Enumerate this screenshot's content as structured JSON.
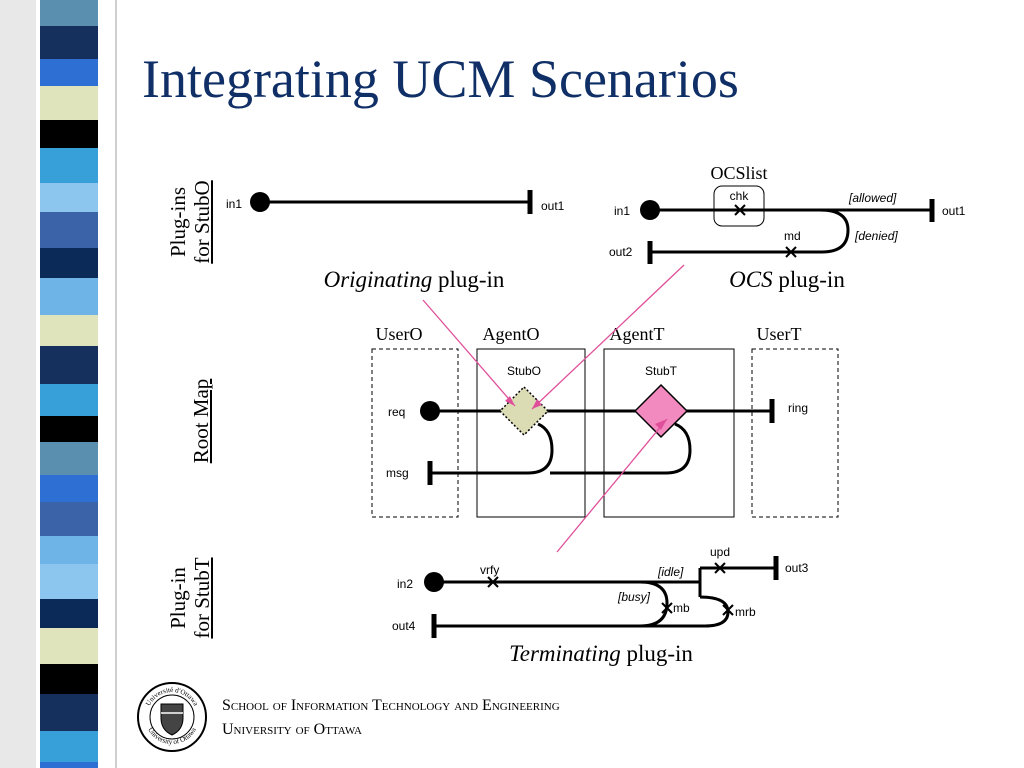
{
  "slide": {
    "title": "Integrating UCM Scenarios"
  },
  "side_labels": {
    "plugins_stubo_line1": "Plug-ins",
    "plugins_stubo_line2": "for StubO",
    "root_map": "Root Map",
    "plugin_stubt_line1": "Plug-in",
    "plugin_stubt_line2": "for StubT"
  },
  "originating": {
    "in1": "in1",
    "out1": "out1",
    "caption_italic": "Originating",
    "caption_rest": " plug-in"
  },
  "ocs": {
    "stub_list": "OCSlist",
    "chk": "chk",
    "allowed": "[allowed]",
    "denied": "[denied]",
    "md": "md",
    "in1": "in1",
    "out1": "out1",
    "out2": "out2",
    "caption_italic": "OCS",
    "caption_rest": " plug-in"
  },
  "root": {
    "usero": "UserO",
    "agento": "AgentO",
    "agentt": "AgentT",
    "usert": "UserT",
    "stubo": "StubO",
    "stubt": "StubT",
    "req": "req",
    "msg": "msg",
    "ring": "ring"
  },
  "terminating": {
    "in2": "in2",
    "out4": "out4",
    "out3": "out3",
    "vrfy": "vrfy",
    "upd": "upd",
    "idle": "[idle]",
    "busy": "[busy]",
    "mb": "mb",
    "mrb": "mrb",
    "caption_italic": "Terminating",
    "caption_rest": " plug-in"
  },
  "footer": {
    "line1": "School of Information Technology and Engineering",
    "line2": "University of Ottawa",
    "seal_text_top": "Université d'Ottawa",
    "seal_text_bottom": "University of Ottawa"
  },
  "colors": {
    "title": "#0f2f66",
    "stub_o_fill": "#dcdcb4",
    "stub_t_fill": "#f28ac0",
    "pointer": "#e0509a"
  }
}
